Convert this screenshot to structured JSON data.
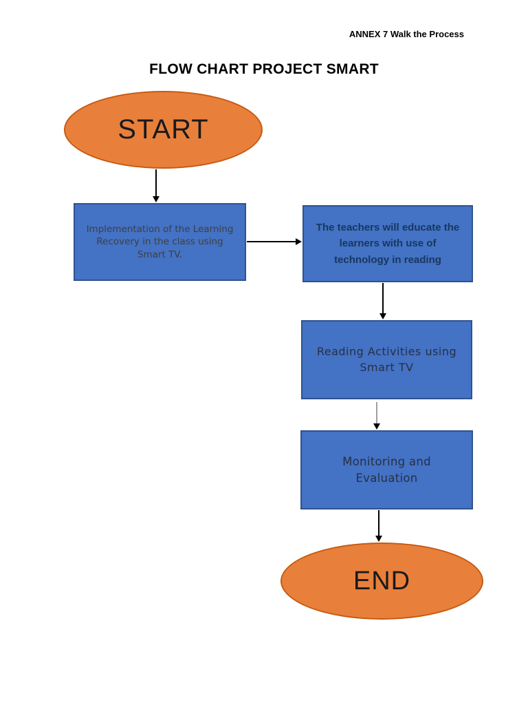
{
  "page": {
    "header_note": "ANNEX 7 Walk the Process",
    "title": "FLOW CHART PROJECT SMART"
  },
  "flowchart": {
    "nodes": [
      {
        "id": "start",
        "type": "terminator",
        "label": "START"
      },
      {
        "id": "implementation",
        "type": "process",
        "label": "Implementation of the Learning\nRecovery in the class using\nSmart TV."
      },
      {
        "id": "educate",
        "type": "process",
        "label": "The teachers will educate the\nlearners with use of\ntechnology in reading"
      },
      {
        "id": "reading-activities",
        "type": "process",
        "label": "Reading Activities using\nSmart TV"
      },
      {
        "id": "monitoring",
        "type": "process",
        "label": "Monitoring and\nEvaluation"
      },
      {
        "id": "end",
        "type": "terminator",
        "label": "END"
      }
    ],
    "connections": [
      {
        "from": "start",
        "to": "implementation",
        "direction": "down",
        "style": "solid-black"
      },
      {
        "from": "implementation",
        "to": "educate",
        "direction": "right",
        "style": "solid-black"
      },
      {
        "from": "educate",
        "to": "reading-activities",
        "direction": "down",
        "style": "solid-black"
      },
      {
        "from": "reading-activities",
        "to": "monitoring",
        "direction": "down",
        "style": "gray-shaft-black-head"
      },
      {
        "from": "monitoring",
        "to": "end",
        "direction": "down",
        "style": "solid-black"
      }
    ],
    "colors": {
      "terminator_fill": "#E8803C",
      "terminator_border": "#C55A11",
      "process_fill": "#4472C4",
      "process_border": "#2F528F",
      "arrow": "#000000",
      "arrow_muted": "#A0A0A0",
      "process_text_gray": "#3F3F3F",
      "process_text_navy": "#17375E"
    }
  }
}
